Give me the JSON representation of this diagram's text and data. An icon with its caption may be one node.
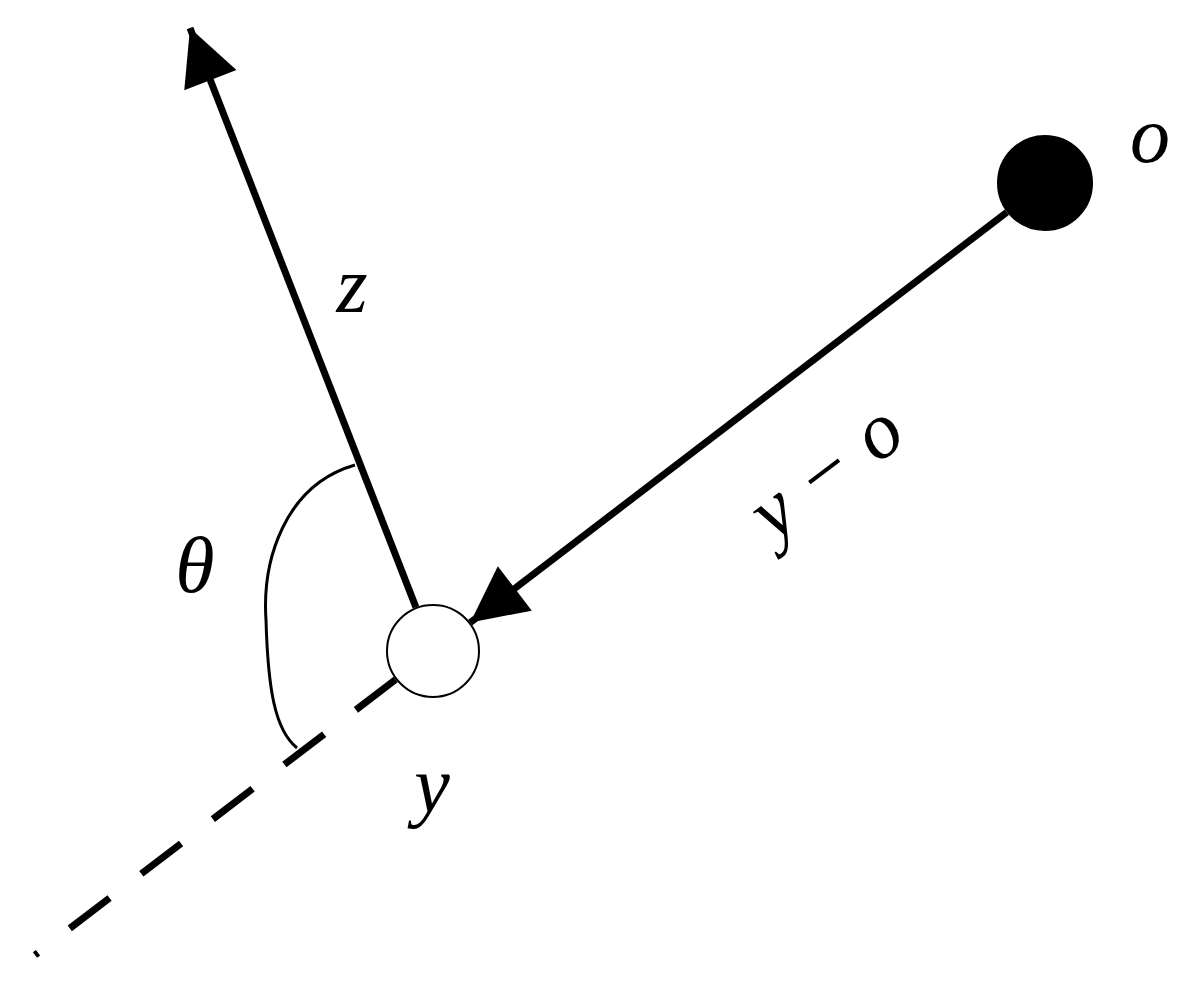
{
  "diagram": {
    "nodes": [
      {
        "text": [],
        "shape": "circle",
        "beside": [
          "o"
        ]
      },
      {
        "text": [],
        "shape": "circle",
        "beside": [
          "y"
        ]
      }
    ],
    "edges": [
      {
        "from": 0,
        "to": 1,
        "arrow": "to",
        "label": "y − o"
      },
      {
        "from": 1,
        "to": null,
        "arrow": "to",
        "label": "z"
      },
      {
        "from": 1,
        "to": null,
        "arrow": "none",
        "style": "dashed"
      }
    ],
    "labels": [
      "θ"
    ]
  }
}
